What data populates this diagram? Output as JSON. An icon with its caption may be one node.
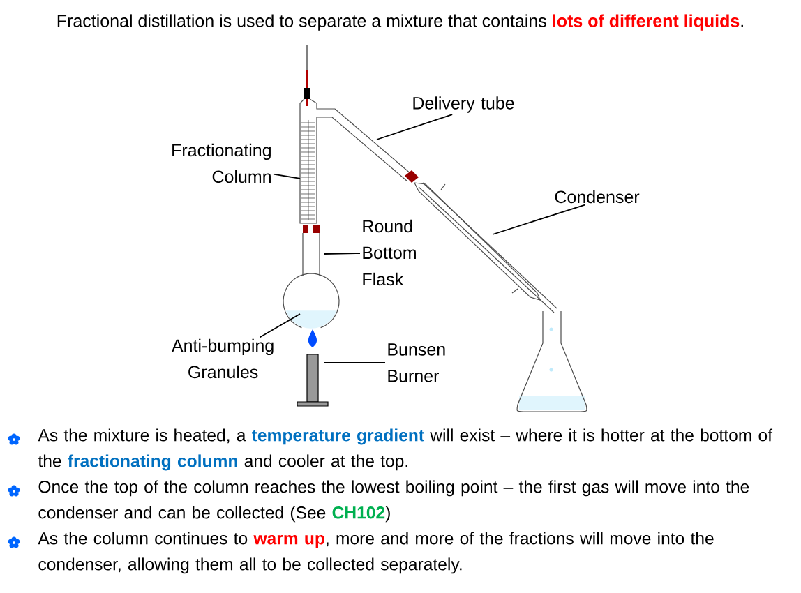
{
  "diagram": {
    "title": "Fractional distillation is used to separate a mixture that contains **lots of different liquids**.",
    "nodes": [
      {
        "text": [
          "Delivery tube"
        ]
      },
      {
        "text": [
          "Fractionating Column"
        ]
      },
      {
        "text": [
          "Round Bottom Flask"
        ]
      },
      {
        "text": [
          "Condenser"
        ]
      },
      {
        "text": [
          "Anti-bumping Granules"
        ]
      },
      {
        "text": [
          "Bunsen Burner"
        ]
      }
    ],
    "edges": [
      {
        "from": 0,
        "to": null,
        "arrow": "none"
      },
      {
        "from": 1,
        "to": null,
        "arrow": "none"
      },
      {
        "from": 2,
        "to": null,
        "arrow": "none"
      },
      {
        "from": 3,
        "to": null,
        "arrow": "none"
      },
      {
        "from": 4,
        "to": null,
        "arrow": "none"
      },
      {
        "from": 5,
        "to": null,
        "arrow": "none"
      }
    ],
    "labels": [
      "As the mixture is heated, a **temperature gradient** will exist – where it is hotter at the bottom of the **fractionating column** and cooler at the top.",
      "Once the top of the column reaches the lowest boiling point – the first gas will move into the condenser and can be collected (See **CH102**)",
      "As the column continues to **warm up**, more and more of the fractions will move into the condenser, allowing them all to be collected separately."
    ]
  }
}
